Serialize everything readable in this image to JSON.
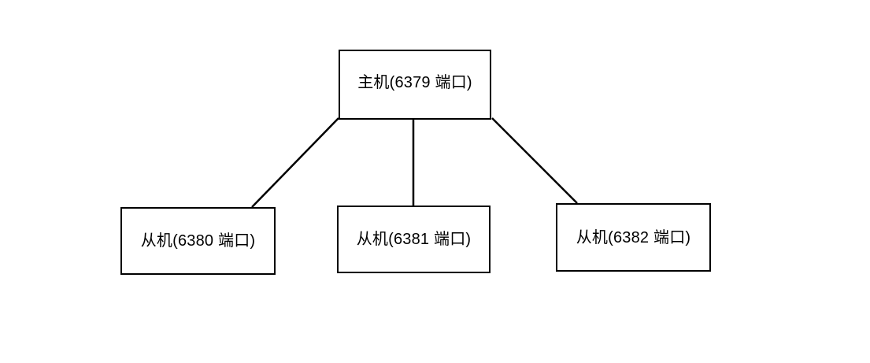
{
  "diagram": {
    "type": "topology-tree",
    "background_color": "#ffffff",
    "line_color": "#000000",
    "box_border_color": "#000000",
    "box_fill_color": "#ffffff",
    "text_color": "#000000",
    "nodes": {
      "master": {
        "id": "master-6379",
        "label": "主机(6379 端口)"
      },
      "slave1": {
        "id": "slave-6380",
        "label": "从机(6380 端口)"
      },
      "slave2": {
        "id": "slave-6381",
        "label": "从机(6381 端口)"
      },
      "slave3": {
        "id": "slave-6382",
        "label": "从机(6382 端口)"
      }
    },
    "edges": [
      {
        "from": "master-6379",
        "to": "slave-6380"
      },
      {
        "from": "master-6379",
        "to": "slave-6381"
      },
      {
        "from": "master-6379",
        "to": "slave-6382"
      }
    ]
  }
}
